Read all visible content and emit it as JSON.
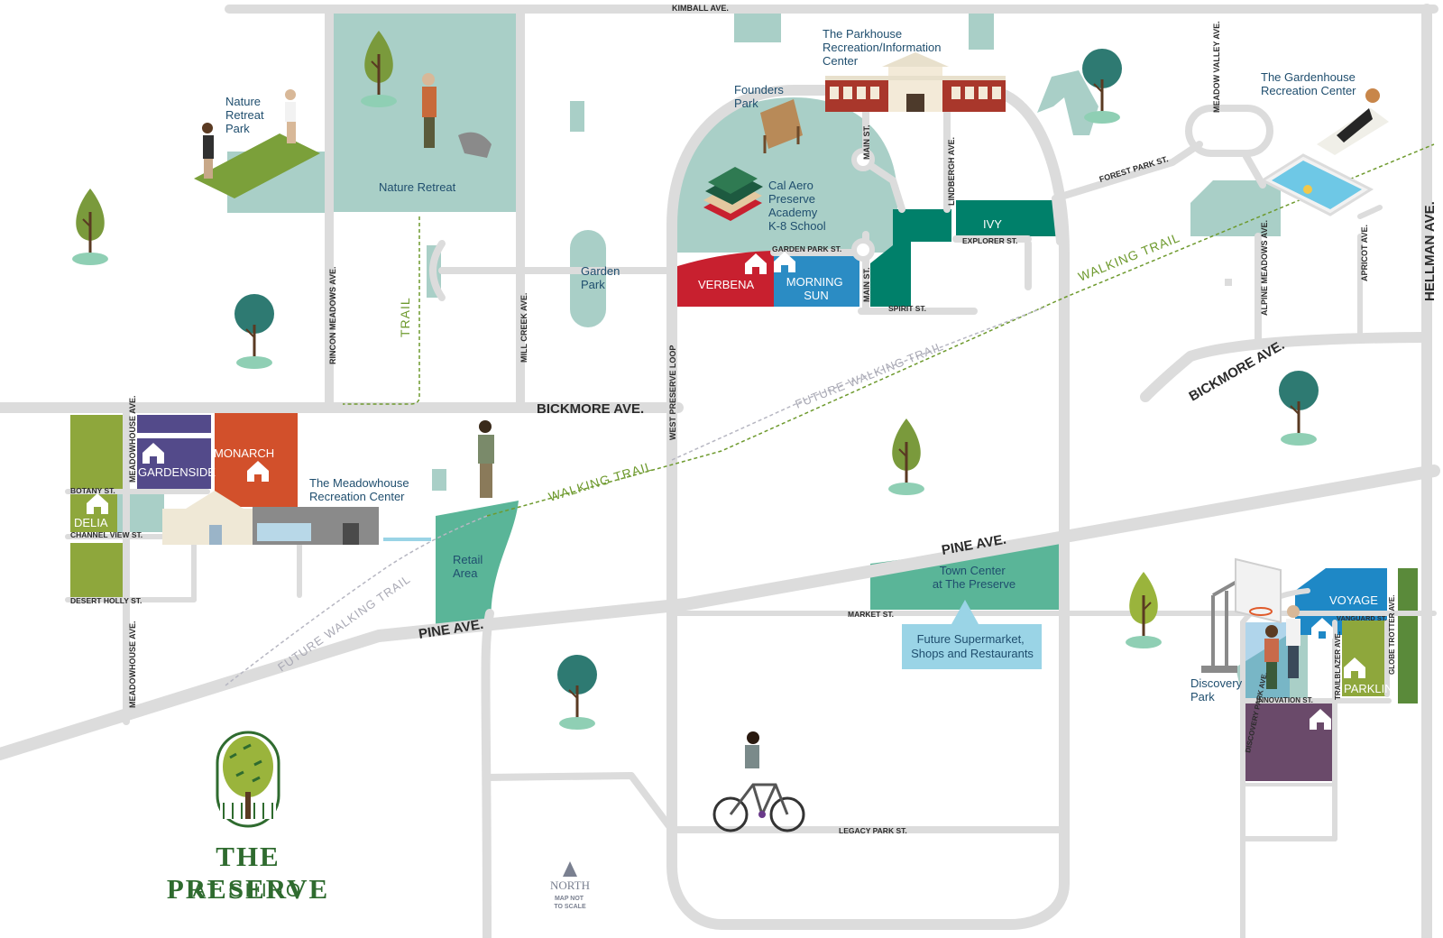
{
  "roads": {
    "kimball": "KIMBALL AVE.",
    "bickmore_w": "BICKMORE AVE.",
    "bickmore_e": "BICKMORE AVE.",
    "pine_w": "PINE AVE.",
    "pine_e": "PINE AVE.",
    "hellman": "HELLMAN AVE.",
    "rincon": "RINCON MEADOWS AVE.",
    "mill_creek": "MILL CREEK AVE.",
    "west_preserve": "WEST PRESERVE LOOP",
    "main_n": "MAIN ST.",
    "main_s": "MAIN ST.",
    "lindbergh": "LINDBERGH AVE.",
    "garden_park": "GARDEN PARK ST.",
    "explorer": "EXPLORER ST.",
    "spirit": "SPIRIT ST.",
    "forest_park": "FOREST PARK ST.",
    "meadow_valley": "MEADOW VALLEY AVE.",
    "alpine": "ALPINE MEADOWS AVE.",
    "apricot": "APRICOT AVE.",
    "meadowhouse_n": "MEADOWHOUSE AVE.",
    "meadowhouse_s": "MEADOWHOUSE AVE.",
    "botany": "BOTANY ST.",
    "channel_view": "CHANNEL VIEW ST.",
    "desert_holly": "DESERT HOLLY ST.",
    "market": "MARKET ST.",
    "legacy_park": "LEGACY PARK ST.",
    "vanguard": "VANGUARD ST.",
    "trailblazer": "TRAILBLAZER AVE.",
    "globe_trotter": "GLOBE TROTTER AVE.",
    "innovation": "INNOVATION ST.",
    "discovery_park_ave": "DISCOVERY PARK AVE."
  },
  "places": {
    "nature_retreat_park": [
      "Nature",
      "Retreat",
      "Park"
    ],
    "nature_retreat": "Nature Retreat",
    "parkhouse": [
      "The Parkhouse",
      "Recreation/Information",
      "Center"
    ],
    "founders_park": [
      "Founders",
      "Park"
    ],
    "cal_aero": [
      "Cal Aero",
      "Preserve",
      "Academy",
      "K-8 School"
    ],
    "gardenhouse": [
      "The Gardenhouse",
      "Recreation Center"
    ],
    "garden_park": [
      "Garden",
      "Park"
    ],
    "meadowhouse": [
      "The Meadowhouse",
      "Recreation Center"
    ],
    "retail_area": [
      "Retail",
      "Area"
    ],
    "town_center": [
      "Town Center",
      "at The Preserve"
    ],
    "future_super": [
      "Future Supermarket,",
      "Shops and Restaurants"
    ],
    "discovery_park": [
      "Discovery",
      "Park"
    ]
  },
  "neighborhoods": {
    "verbena": "VERBENA",
    "morning_sun": [
      "MORNING",
      "SUN"
    ],
    "ivy": "IVY",
    "monarch": "MONARCH",
    "gardenside": "GARDENSIDE",
    "delia": "DELIA",
    "voyage": "VOYAGE",
    "parklin": "PARKLIN"
  },
  "trails": {
    "trail_vertical": "TRAIL",
    "walking_trail_1": "WALKING TRAIL",
    "walking_trail_2": "WALKING TRAIL",
    "future_trail_1": "FUTURE WALKING TRAIL",
    "future_trail_2": "FUTURE WALKING TRAIL"
  },
  "compass": {
    "north": "NORTH",
    "note": [
      "MAP NOT",
      "TO SCALE"
    ]
  },
  "brand": {
    "title": "THE PRESERVE",
    "subtitle": "AT CHINO"
  },
  "colors": {
    "road": "#dcdcdc",
    "park": "#a9cfc7",
    "teal": "#00806a",
    "verbena": "#c8202f",
    "morning_sun": "#2b8cc4",
    "monarch": "#d2502b",
    "gardenside": "#534a8a",
    "olive": "#8ea73c",
    "voyage": "#1e88c6",
    "purple": "#6a4a6a",
    "trail": "#6e9a2e",
    "future_trail": "#b7b7c2"
  }
}
